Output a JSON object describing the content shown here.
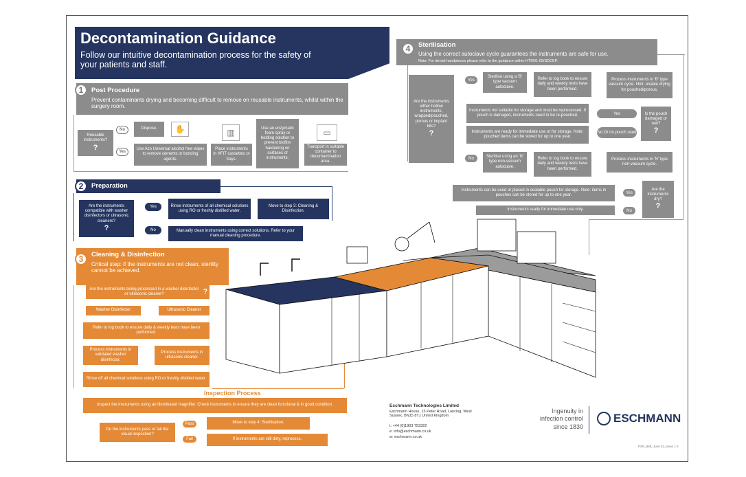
{
  "header": {
    "title": "Decontamination Guidance",
    "subtitle": "Follow our intuitive decontamination process for the safety of your patients and staff."
  },
  "icons": {
    "question_mark": "?"
  },
  "section1": {
    "number": "1",
    "title": "Post Procedure",
    "description": "Prevent contaminants drying and becoming difficult to remove on reusable instruments, whilst within the surgery room.",
    "question": "Reusable instruments?",
    "no": "No",
    "yes": "Yes",
    "dispose": "Dispose.",
    "wipe": "Use Azo Universal alcohol free wipes to remove cements or bonding agents.",
    "place": "Place instruments in HFIT cassettes or trays.",
    "enzymatic": "Use an enzymatic foam spray or holding solution to prevent biofilm hardening on surfaces of instruments.",
    "transport": "Transport in suitable container to decontamination area."
  },
  "section2": {
    "number": "2",
    "title": "Preparation",
    "question": "Are the instruments compatible with washer disinfectors or ultrasonic cleaners?",
    "yes": "Yes",
    "no": "No",
    "rinse": "Rinse instruments of all chemical solutions using RO or freshly distilled water.",
    "move": "Move to step 3: Cleaning & Disinfection.",
    "manual": "Manually clean instruments using correct solutions. Refer to your manual cleaning procedure."
  },
  "section3": {
    "number": "3",
    "title": "Cleaning & Disinfection",
    "description": "Critical step: if the instruments are not clean, sterility cannot be achieved.",
    "question": "Are the instruments being processed in a washer disinfector or ultrasonic cleaner?",
    "washer": "Washer Disinfector",
    "ultrasonic": "Ultrasonic Cleaner",
    "logbook": "Refer to log book to ensure daily & weekly tests have been performed.",
    "process_washer": "Process instruments in validated washer disinfector.",
    "process_ultrasonic": "Process instruments in ultrasonic cleaner.",
    "rinse_off": "Rinse off all chemical solutions using RO or freshly distilled water."
  },
  "inspection": {
    "title": "Inspection Process",
    "description": "Inspect the instruments using an illuminated magnifier. Check instruments to ensure they are clean functional & in good condition.",
    "question": "Do the instruments pass or fail the visual inspection?",
    "pass": "Pass",
    "fail": "Fail",
    "move": "Move to step 4: Sterilisation.",
    "dirty": "If instruments are still dirty, reprocess."
  },
  "section4": {
    "number": "4",
    "title": "Sterilisation",
    "description": "Using the correct autoclave cycle guarantees the instruments are safe for use.",
    "note": "Note: For dental handpieces please refer to the guidance within HTM01-05/SDCEP.",
    "question": "Are the instruments either hollow instruments, wrapped/pouched, porous or implant kits?",
    "yes": "Yes",
    "no": "No",
    "sterilise_b": "Sterilise using a 'B' type vacuum autoclave.",
    "logbook_b": "Refer to log book to ensure daily and weekly tests have been performed.",
    "process_b": "Process instruments in 'B' type vacuum cycle. Hint: enable drying for pouched/porous.",
    "not_suitable": "Instruments not suitable for storage and must be reprocessed. If pouch is damaged, instruments need to be re-pouched.",
    "ready_storage": "Instruments are ready for immediate use or for storage. Note: pouched items can be stored for up to one year.",
    "no_pouch": "No Or no pouch used",
    "pouch_question": "Is the pouch damaged or wet?",
    "sterilise_n": "Sterilise using an 'N' type non-vacuum autoclave.",
    "logbook_n": "Refer to log book to ensure daily and weekly tests have been performed.",
    "process_n": "Process instruments in 'N' type non-vacuum cycle.",
    "use_or_pouch": "Instruments can be used or placed in sealable pouch for storage. Note: items in pouches can be stored for up to one year.",
    "ready_immediate": "Instruments ready for immediate use only.",
    "dry_question": "Are the instruments dry?"
  },
  "footer": {
    "company": "Eschmann Technologies Limited",
    "address": "Eschmann House, 15 Peter Road, Lancing, West Sussex, BN15 8TJ United Kingdom",
    "phone": "t: +44 (0)1903 753322",
    "email": "e: info@eschmann.co.uk",
    "web": "w: eschmann.co.uk",
    "tagline": "Ingenuity in infection control since 1830",
    "logo": "ESCHMANN",
    "reference": "PSR_868_June 22_Issue 1.0"
  }
}
